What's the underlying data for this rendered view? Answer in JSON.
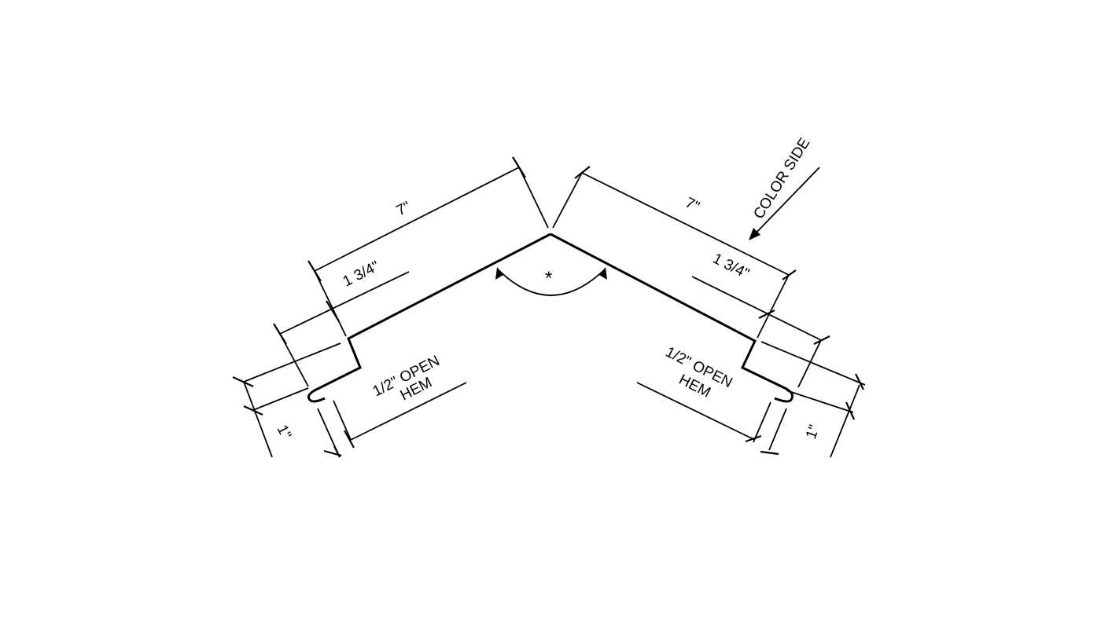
{
  "drawing": {
    "left": {
      "overall_length": "7\"",
      "step_length": "1 3/4\"",
      "hem_label_line1": "1/2\" OPEN",
      "hem_label_line2": "HEM",
      "drop": "1\""
    },
    "right": {
      "overall_length": "7\"",
      "step_length": "1 3/4\"",
      "hem_label_line1": "1/2\" OPEN",
      "hem_label_line2": "HEM",
      "drop": "1\""
    },
    "angle_label": "*",
    "color_side_label": "COLOR SIDE"
  }
}
